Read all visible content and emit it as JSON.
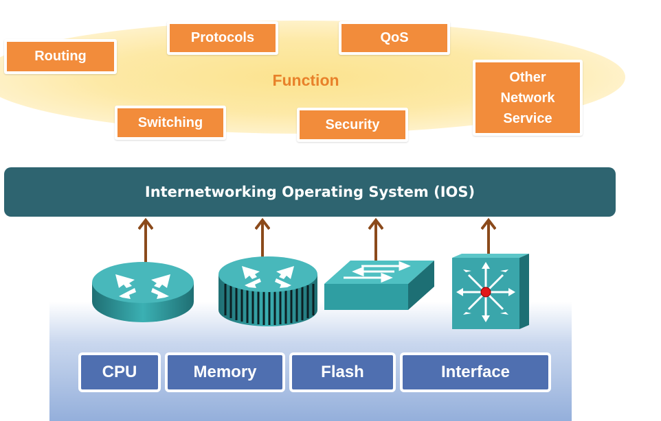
{
  "function": {
    "label": "Function",
    "items": {
      "routing": "Routing",
      "protocols": "Protocols",
      "qos": "QoS",
      "other_network_service": "Other\nNetwork\nService",
      "switching": "Switching",
      "security": "Security"
    }
  },
  "ios": {
    "label": "Internetworking Operating System (IOS)"
  },
  "devices": [
    "router-icon",
    "router-with-fins-icon",
    "switch-icon",
    "multilayer-switch-icon"
  ],
  "hardware": {
    "items": [
      "CPU",
      "Memory",
      "Flash",
      "Interface"
    ]
  },
  "colors": {
    "function_box": "#f28c3b",
    "function_label": "#e8812a",
    "ios_bar": "#2e6470",
    "arrow": "#8b4a1b",
    "hardware_box": "#4f6fb0",
    "device_teal": "#3aa6ab"
  }
}
